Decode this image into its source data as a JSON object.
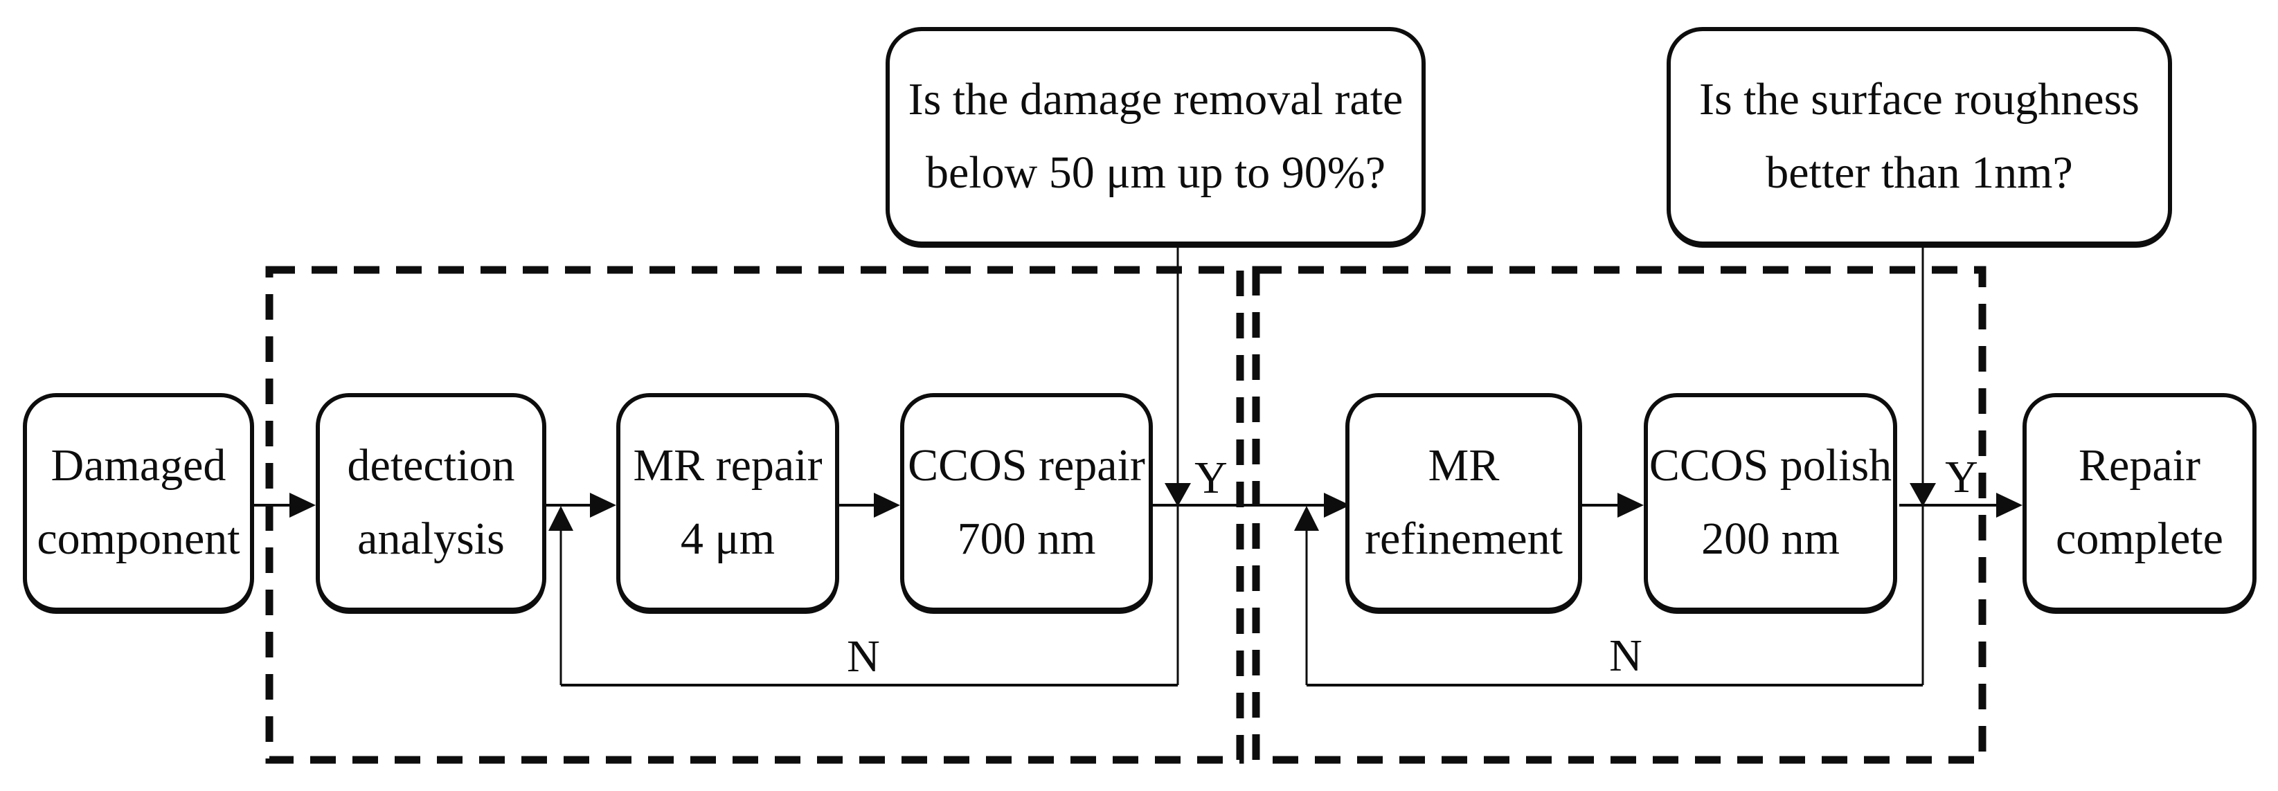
{
  "figure": {
    "type": "flowchart",
    "colors": {
      "ink": "#0d0d0d",
      "background": "#ffffff"
    },
    "nodes": {
      "damaged": {
        "line1": "Damaged",
        "line2": "component"
      },
      "detection": {
        "line1": "detection",
        "line2": "analysis"
      },
      "mr_repair": {
        "line1": "MR repair",
        "line2": "4 μm"
      },
      "ccos_repair": {
        "line1": "CCOS repair",
        "line2": "700 nm"
      },
      "mr_refinement": {
        "line1": "MR",
        "line2": "refinement"
      },
      "ccos_polish": {
        "line1": "CCOS polish",
        "line2": "200 nm"
      },
      "repair_complete": {
        "line1": "Repair",
        "line2": "complete"
      }
    },
    "decisions": {
      "removal_rate": {
        "line1": "Is the damage removal rate",
        "line2": "below 50 μm up to 90%?"
      },
      "roughness": {
        "line1": "Is the surface roughness",
        "line2": "better than 1nm?"
      }
    },
    "branch_labels": {
      "yes1": "Y",
      "no1": "N",
      "yes2": "Y",
      "no2": "N"
    }
  }
}
